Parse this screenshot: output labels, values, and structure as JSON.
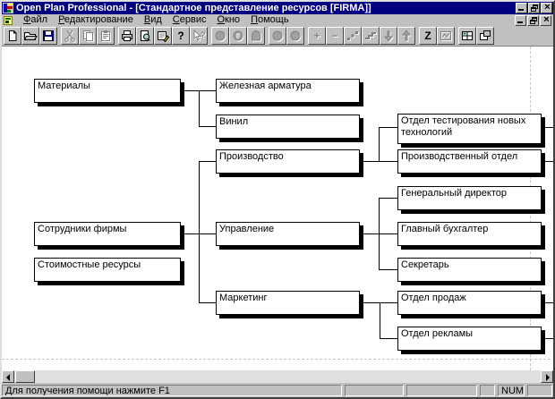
{
  "window": {
    "title": "Open Plan Professional - [Стандартное представление ресурсов [FIRMA]]"
  },
  "menu": {
    "items": [
      {
        "label": "Файл"
      },
      {
        "label": "Редактирование"
      },
      {
        "label": "Вид"
      },
      {
        "label": "Сервис"
      },
      {
        "label": "Окно"
      },
      {
        "label": "Помощь"
      }
    ]
  },
  "toolbar": {
    "buttons": [
      {
        "icon": "new-icon",
        "enabled": true
      },
      {
        "icon": "open-icon",
        "enabled": true
      },
      {
        "icon": "save-icon",
        "enabled": true
      },
      {
        "icon": "cut-icon",
        "enabled": false
      },
      {
        "icon": "copy-icon",
        "enabled": false
      },
      {
        "icon": "paste-icon",
        "enabled": false
      },
      {
        "icon": "print-icon",
        "enabled": true
      },
      {
        "icon": "print-preview-icon",
        "enabled": true
      },
      {
        "icon": "notes-icon",
        "enabled": true
      },
      {
        "icon": "help-icon",
        "enabled": true
      },
      {
        "icon": "context-help-icon",
        "enabled": false
      },
      {
        "icon": "resource-circle-icon",
        "enabled": false
      },
      {
        "icon": "resource-detail-icon",
        "enabled": false
      },
      {
        "icon": "resource-shape-icon",
        "enabled": false
      },
      {
        "icon": "node-circle-1-icon",
        "enabled": false
      },
      {
        "icon": "node-circle-2-icon",
        "enabled": false
      },
      {
        "icon": "add-icon",
        "enabled": false
      },
      {
        "icon": "remove-icon",
        "enabled": false
      },
      {
        "icon": "link-icon",
        "enabled": false
      },
      {
        "icon": "steps-icon",
        "enabled": false
      },
      {
        "icon": "move-down-icon",
        "enabled": false
      },
      {
        "icon": "move-up-icon",
        "enabled": false
      },
      {
        "icon": "zoom-icon",
        "enabled": true
      },
      {
        "icon": "zigzag-icon",
        "enabled": false
      },
      {
        "icon": "split-view-icon",
        "enabled": true
      },
      {
        "icon": "arrange-icon",
        "enabled": true
      }
    ]
  },
  "tree": {
    "nodes": [
      {
        "label": "Материалы",
        "parent": null
      },
      {
        "label": "Железная арматура",
        "parent": "Материалы"
      },
      {
        "label": "Винил",
        "parent": "Материалы"
      },
      {
        "label": "Производство",
        "parent": "Сотрудники фирмы"
      },
      {
        "label": "Отдел тестирования новых технологий",
        "parent": "Производство"
      },
      {
        "label": "Производственный отдел",
        "parent": "Производство"
      },
      {
        "label": "Генеральный директор",
        "parent": "Управление"
      },
      {
        "label": "Сотрудники фирмы",
        "parent": null
      },
      {
        "label": "Управление",
        "parent": "Сотрудники фирмы"
      },
      {
        "label": "Главный бухгалтер",
        "parent": "Управление"
      },
      {
        "label": "Стоимостные ресурсы",
        "parent": null
      },
      {
        "label": "Секретарь",
        "parent": "Управление"
      },
      {
        "label": "Маркетинг",
        "parent": "Сотрудники фирмы"
      },
      {
        "label": "Отдел продаж",
        "parent": "Маркетинг"
      },
      {
        "label": "Отдел рекламы",
        "parent": "Маркетинг"
      }
    ]
  },
  "statusbar": {
    "message": "Для получения помощи нажмите F1",
    "num_indicator": "NUM"
  }
}
